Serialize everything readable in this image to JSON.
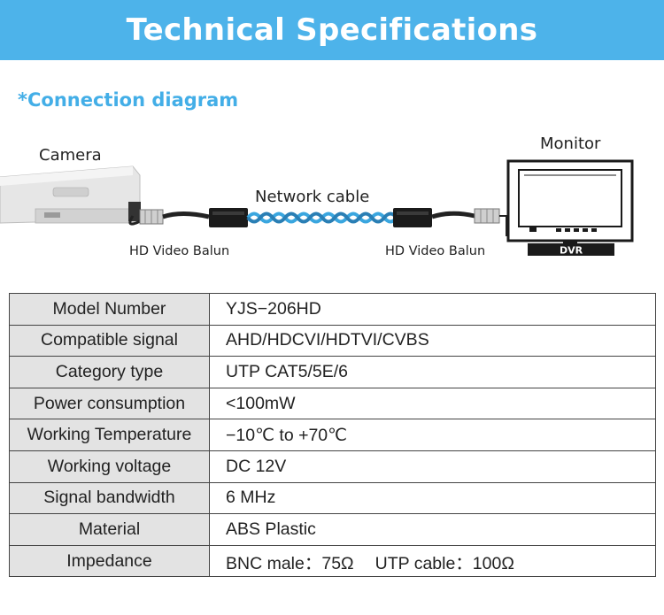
{
  "header": {
    "title": "Technical Specifications"
  },
  "diagram": {
    "heading": "*Connection diagram",
    "camera_label": "Camera",
    "monitor_label": "Monitor",
    "cable_label": "Network cable",
    "balun_left_label": "HD Video Balun",
    "balun_right_label": "HD Video Balun",
    "dvr_label": "DVR"
  },
  "specs": {
    "rows": [
      {
        "key": "Model Number",
        "value": "YJS−206HD"
      },
      {
        "key": "Compatible signal",
        "value": "AHD/HDCVI/HDTVI/CVBS"
      },
      {
        "key": "Category type",
        "value": "UTP CAT5/5E/6"
      },
      {
        "key": "Power consumption",
        "value": "<100mW"
      },
      {
        "key": "Working Temperature",
        "value": "−10℃ to +70℃"
      },
      {
        "key": "Working voltage",
        "value": "DC 12V"
      },
      {
        "key": "Signal bandwidth",
        "value": "6 MHz"
      },
      {
        "key": "Material",
        "value": "ABS Plastic"
      },
      {
        "key": "Impedance",
        "value": "BNC male：75Ω",
        "value2": "UTP cable：100Ω"
      }
    ]
  }
}
